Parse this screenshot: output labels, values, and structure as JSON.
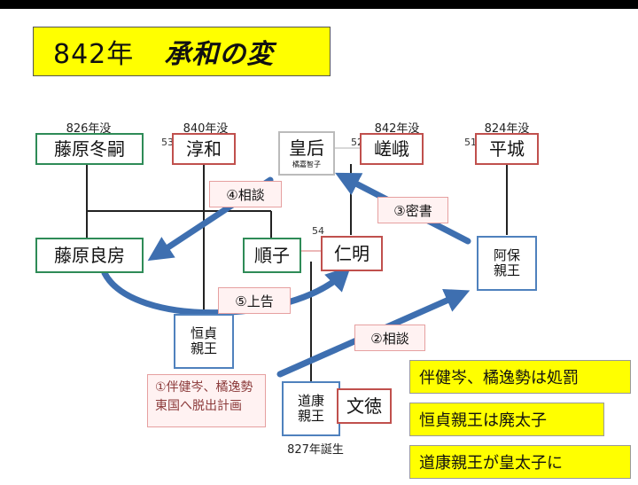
{
  "title": {
    "year": "842年",
    "event": "承和の変"
  },
  "persons": {
    "fuyutsugu": {
      "name": "藤原冬嗣",
      "death": "826年没"
    },
    "junna": {
      "name": "淳和",
      "death": "840年没",
      "num": "53"
    },
    "kogo": {
      "name": "皇后",
      "sub": "橘嘉智子"
    },
    "saga": {
      "name": "嵯峨",
      "death": "842年没",
      "num": "52"
    },
    "heizei": {
      "name": "平城",
      "death": "824年没",
      "num": "51"
    },
    "yoshifusa": {
      "name": "藤原良房"
    },
    "junshi": {
      "name": "順子"
    },
    "ninmyo": {
      "name": "仁明",
      "num": "54"
    },
    "abo": {
      "line1": "阿保",
      "line2": "親王"
    },
    "tsunesada": {
      "line1": "恒貞",
      "line2": "親王"
    },
    "michiyasu": {
      "line1": "道康",
      "line2": "親王",
      "birth": "827年誕生"
    },
    "montoku": {
      "name": "文徳"
    }
  },
  "steps": {
    "s1_line1": "①伴健岑、橘逸勢",
    "s1_line2": "東国へ脱出計画",
    "s2": "②相談",
    "s3": "③密書",
    "s4": "④相談",
    "s5": "⑤上告"
  },
  "results": [
    "伴健岑、橘逸勢は処罰",
    "恒貞親王は廃太子",
    "道康親王が皇太子に"
  ],
  "colors": {
    "arrow": "#3e6fb0",
    "green": "#2e8b57",
    "red": "#c0504d",
    "blue": "#4f81bd",
    "highlight": "#ffff00"
  }
}
